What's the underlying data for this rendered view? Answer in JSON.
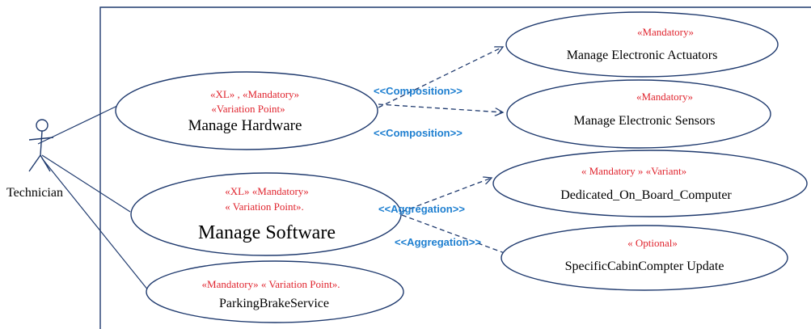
{
  "actor": {
    "name": "Technician"
  },
  "use_cases": {
    "manage_hardware": {
      "stereo1": "«XL» , «Mandatory»",
      "stereo2": "«Variation Point»",
      "name": "Manage Hardware"
    },
    "manage_software": {
      "stereo1": "«XL»  «Mandatory»",
      "stereo2": "« Variation Point».",
      "name": "Manage Software"
    },
    "parking_brake": {
      "stereo1": "«Mandatory»  « Variation Point».",
      "name": "ParkingBrakeService"
    },
    "actuators": {
      "stereo1": "«Mandatory»",
      "name": "Manage Electronic Actuators"
    },
    "sensors": {
      "stereo1": "«Mandatory»",
      "name": "Manage Electronic Sensors"
    },
    "computer": {
      "stereo1": "« Mandatory »  «Variant»",
      "name": "Dedicated_On_Board_Computer"
    },
    "cabin": {
      "stereo1": "« Optional»",
      "name": "SpecificCabinCompter Update"
    }
  },
  "relations": {
    "composition_1": "<<Composition>>",
    "composition_2": "<<Composition>>",
    "aggregation_1": "<<Aggregation>>",
    "aggregation_2": "<<Aggregation>>"
  },
  "colors": {
    "stereotype": "#e0242e",
    "relation_label": "#1e7fd0",
    "line": "#1f3a6e"
  }
}
